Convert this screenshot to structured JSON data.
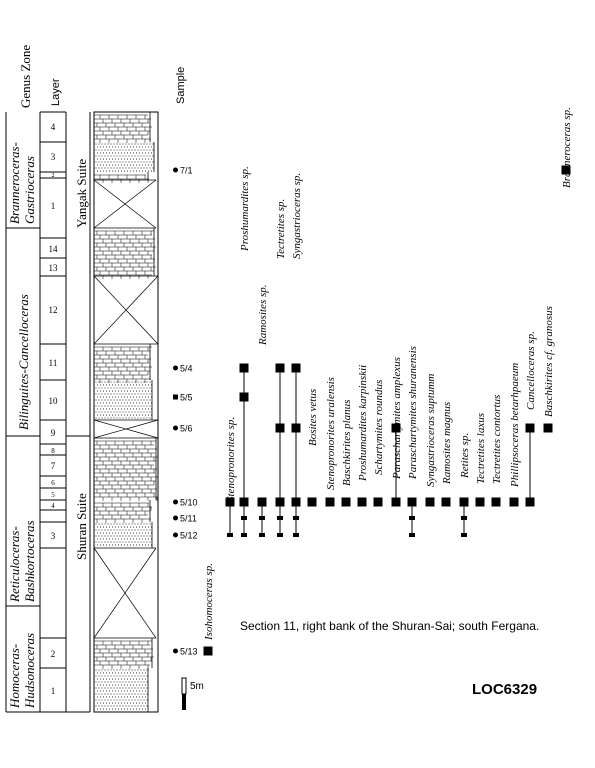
{
  "headers": {
    "genus_zone": "Genus Zone",
    "layer": "Layer",
    "sample": "Sample"
  },
  "zones": [
    {
      "lines": [
        "Branneroceras-",
        "Gastrioceras"
      ]
    },
    {
      "lines": [
        "Bilinguites-Cancelloceras"
      ]
    },
    {
      "lines": [
        "Reticuloceras-",
        "Bashkortoceras"
      ]
    },
    {
      "lines": [
        "Homoceras-",
        "Hudsonoceras"
      ]
    }
  ],
  "layers": [
    "4",
    "3",
    "2",
    "1",
    "14",
    "13",
    "12",
    "11",
    "10",
    "9",
    "8",
    "7",
    "6",
    "5",
    "4",
    "3",
    "2",
    "1"
  ],
  "suites": [
    "Yangak Suite",
    "Shuran Suite"
  ],
  "samples": [
    "7/1",
    "5/4",
    "5/5",
    "5/6",
    "5/10",
    "5/11",
    "5/12",
    "5/13"
  ],
  "taxa": [
    "Isohomoceras sp.",
    "Stenopronorites sp.",
    "Proshumardites sp.",
    "Ramosites sp.",
    "Tectretites sp.",
    "Syngastrioceras sp.",
    "Bosites vetus",
    "Stenopronorites uralensis",
    "Baschkirites planus",
    "Proshumardites karpinskii",
    "Schartymites roundus",
    "Paraschartymites amplexus",
    "Paraschartymites shuranensis",
    "Syngastrioceras suptumm",
    "Ramosites magnus",
    "Retites sp.",
    "Tectretites laxus",
    "Tectretites contortus",
    "Phillipsoceras betarhpaeum",
    "Cancelloceras sp.",
    "Baschkirites cf. granosus",
    "Branneroceras sp."
  ],
  "scale_label": "5m",
  "caption": "Section 11, right bank of the Shuran-Sai; south Fergana.",
  "loc": "LOC6329"
}
